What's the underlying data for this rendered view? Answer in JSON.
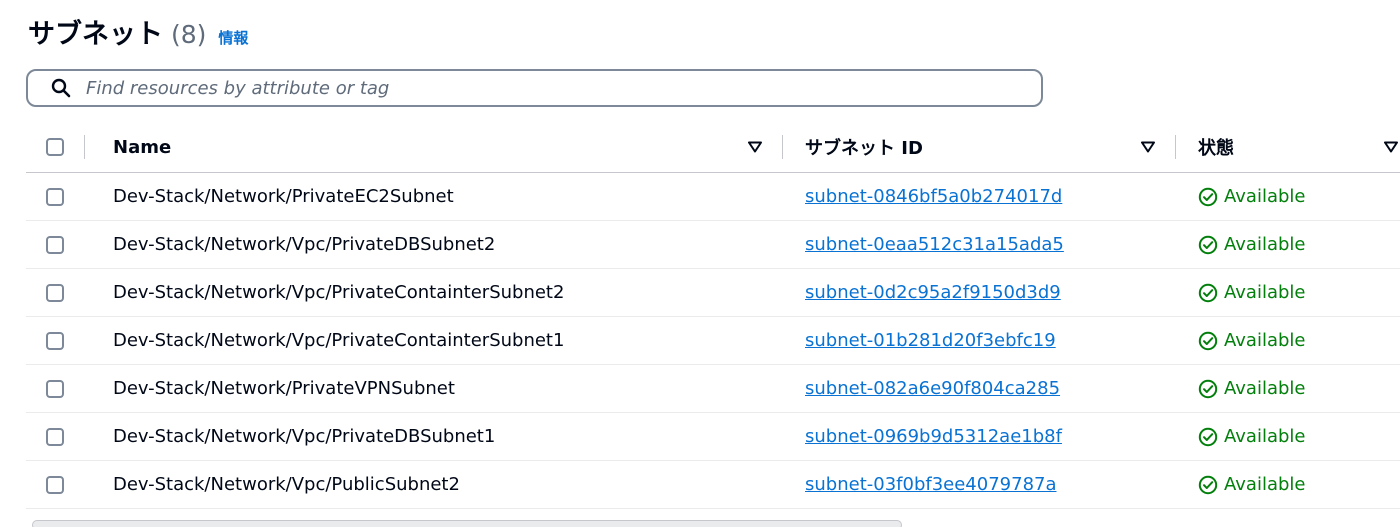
{
  "header": {
    "title": "サブネット",
    "count": "(8)",
    "info": "情報"
  },
  "search": {
    "placeholder": "Find resources by attribute or tag",
    "value": ""
  },
  "table": {
    "columns": {
      "name": "Name",
      "subnet_id": "サブネット ID",
      "status": "状態"
    },
    "rows": [
      {
        "name": "Dev-Stack/Network/PrivateEC2Subnet",
        "subnet_id": "subnet-0846bf5a0b274017d",
        "status": "Available"
      },
      {
        "name": "Dev-Stack/Network/Vpc/PrivateDBSubnet2",
        "subnet_id": "subnet-0eaa512c31a15ada5",
        "status": "Available"
      },
      {
        "name": "Dev-Stack/Network/Vpc/PrivateContainterSubnet2",
        "subnet_id": "subnet-0d2c95a2f9150d3d9",
        "status": "Available"
      },
      {
        "name": "Dev-Stack/Network/Vpc/PrivateContainterSubnet1",
        "subnet_id": "subnet-01b281d20f3ebfc19",
        "status": "Available"
      },
      {
        "name": "Dev-Stack/Network/PrivateVPNSubnet",
        "subnet_id": "subnet-082a6e90f804ca285",
        "status": "Available"
      },
      {
        "name": "Dev-Stack/Network/Vpc/PrivateDBSubnet1",
        "subnet_id": "subnet-0969b9d5312ae1b8f",
        "status": "Available"
      },
      {
        "name": "Dev-Stack/Network/Vpc/PublicSubnet2",
        "subnet_id": "subnet-03f0bf3ee4079787a",
        "status": "Available"
      }
    ]
  },
  "icons": {
    "search": "search-icon",
    "sort": "sort-down-icon",
    "status": "check-circle-icon"
  },
  "colors": {
    "link": "#0972d3",
    "success": "#037f0c",
    "text": "#000716",
    "muted": "#5f6b7a"
  }
}
